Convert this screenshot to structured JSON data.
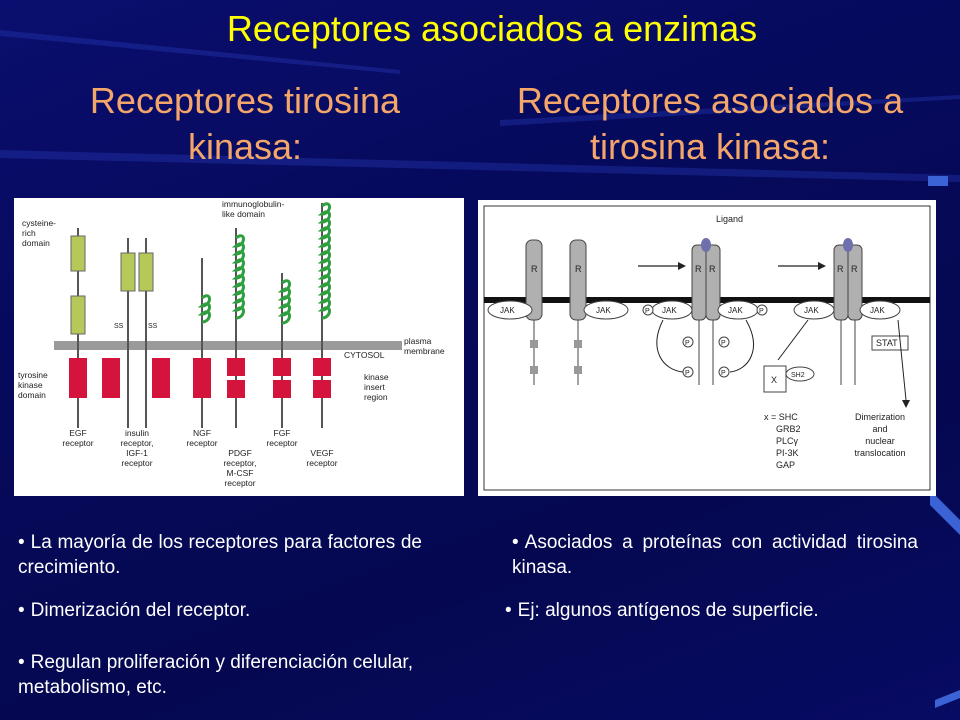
{
  "title": "Receptores asociados a enzimas",
  "left_heading": "Receptores tirosina kinasa:",
  "right_heading": "Receptores asociados a tirosina kinasa:",
  "left_diagram": {
    "labels": {
      "cysteine": [
        "cysteine-",
        "rich",
        "domain"
      ],
      "immuno": [
        "immunoglobulin-",
        "like domain"
      ],
      "plasma": [
        "plasma",
        "membrane"
      ],
      "cytosol": "CYTOSOL",
      "tyrosine": [
        "tyrosine",
        "kinase",
        "domain"
      ],
      "kinase_insert": [
        "kinase",
        "insert",
        "region"
      ],
      "ss": "SS"
    },
    "receptors": [
      {
        "lines": [
          "EGF",
          "receptor"
        ]
      },
      {
        "lines": [
          "insulin",
          "receptor,",
          "IGF-1",
          "receptor"
        ]
      },
      {
        "lines": [
          "NGF",
          "receptor"
        ]
      },
      {
        "lines": [
          "PDGF",
          "receptor,",
          "M-CSF",
          "receptor"
        ]
      },
      {
        "lines": [
          "FGF",
          "receptor"
        ]
      },
      {
        "lines": [
          "VEGF",
          "receptor"
        ]
      }
    ]
  },
  "right_diagram": {
    "ligand": "Ligand",
    "r": "R",
    "jak": "JAK",
    "p": "P",
    "x": "X",
    "sh2": "SH2",
    "stat": "STAT",
    "x_list": [
      "x = SHC",
      "GRB2",
      "PLCγ",
      "PI-3K",
      "GAP"
    ],
    "dimerization": [
      "Dimerization",
      "and",
      "nuclear",
      "translocation"
    ]
  },
  "bullets_left": [
    "La mayoría de los receptores para factores de crecimiento.",
    "Dimerización del receptor.",
    "Regulan proliferación y diferenciación celular, metabolismo, etc."
  ],
  "bullets_right": [
    "Asociados a proteínas con actividad tirosina kinasa.",
    "Ej: algunos antígenos de superficie."
  ],
  "colors": {
    "background": "#060a5c",
    "title": "#ffff00",
    "heading": "#f4a66a",
    "text": "#ffffff"
  }
}
